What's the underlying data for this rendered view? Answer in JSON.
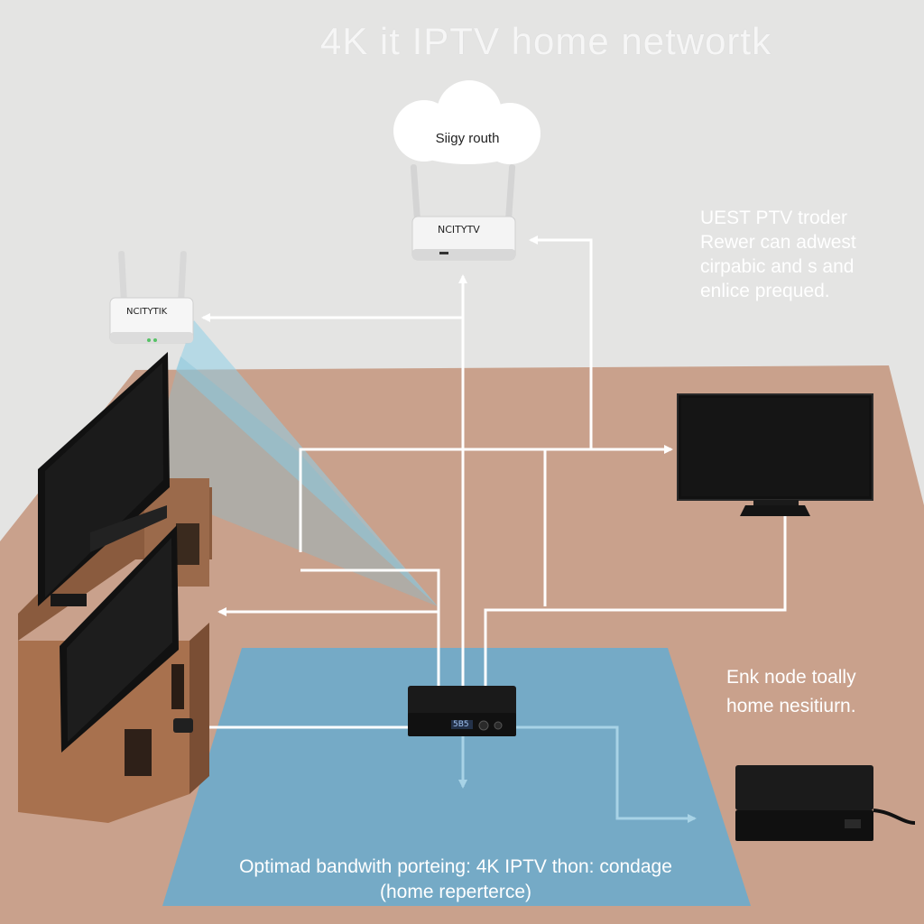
{
  "title": "4K it IPTV home networtk",
  "cloud": {
    "label": "Siigy routh"
  },
  "main_router": {
    "label": "NCITYTV"
  },
  "side_router": {
    "label": "NCITYTIK"
  },
  "note_top": {
    "lines": [
      "UEST PTV troder",
      "Rewer can adwest",
      "cirpabic and s and",
      "enlice prequed."
    ]
  },
  "note_mid": {
    "lines": [
      "Enk node toally",
      "home nesitiurn."
    ]
  },
  "caption": {
    "lines": [
      "Optimad bandwith porteing: 4K IPTV thon: condage",
      "(home reperterce)"
    ]
  },
  "settop_box": {
    "display": "5B5"
  },
  "colors": {
    "floor": "#c8a08c",
    "wall": "#e4e4e3",
    "zone": "#6fa9c9",
    "beam": "#8ec8de",
    "cabinet": "#9a6a4a",
    "line": "#ffffff",
    "screen": "#0f0f0f"
  },
  "icons": [
    "cloud-icon",
    "router-icon",
    "tv-icon",
    "settop-box-icon",
    "receiver-icon",
    "arrow-icon"
  ]
}
